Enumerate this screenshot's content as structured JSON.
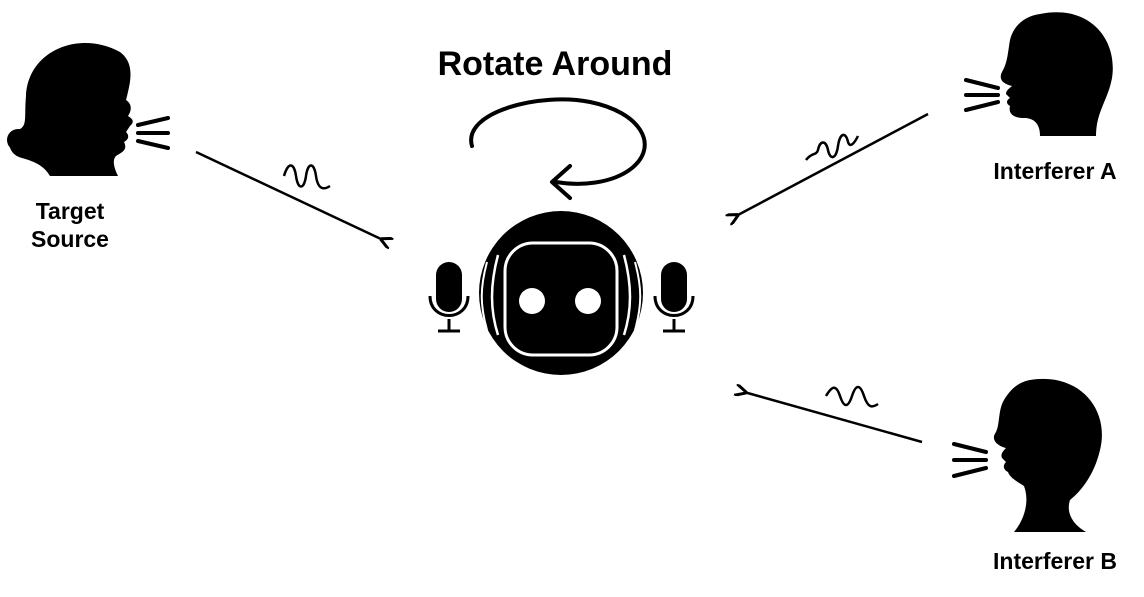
{
  "title": "Rotate Around",
  "sources": {
    "target": {
      "label": "Target Source"
    },
    "interferer_a": {
      "label": "Interferer A"
    },
    "interferer_b": {
      "label": "Interferer B"
    }
  },
  "colors": {
    "ink": "#000000",
    "background": "#ffffff"
  }
}
